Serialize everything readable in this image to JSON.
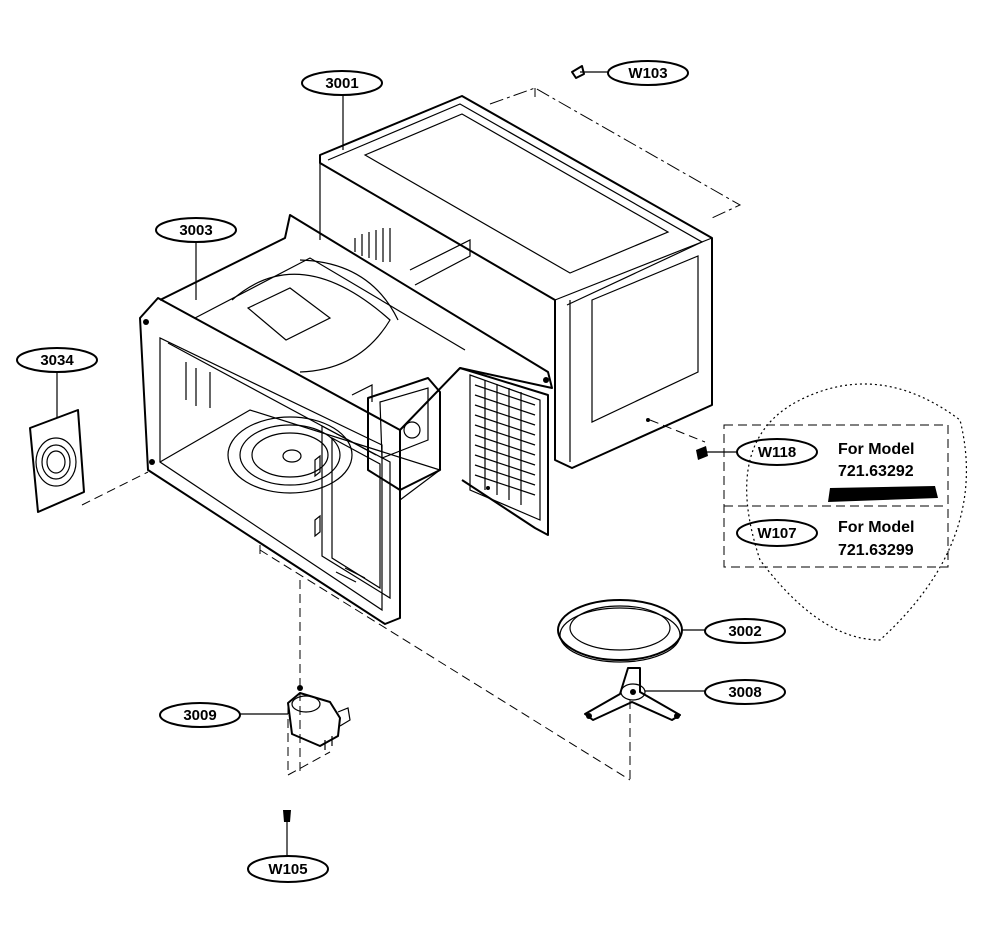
{
  "callouts": {
    "p3001": "3001",
    "p3003": "3003",
    "p3034": "3034",
    "w103": "W103",
    "w118": "W118",
    "w107": "W107",
    "p3002": "3002",
    "p3008": "3008",
    "p3009": "3009",
    "w105": "W105"
  },
  "model_box": {
    "row1": {
      "line1": "For Model",
      "line2": "721.63292"
    },
    "row2": {
      "line1": "For Model",
      "line2": "721.63299"
    }
  }
}
